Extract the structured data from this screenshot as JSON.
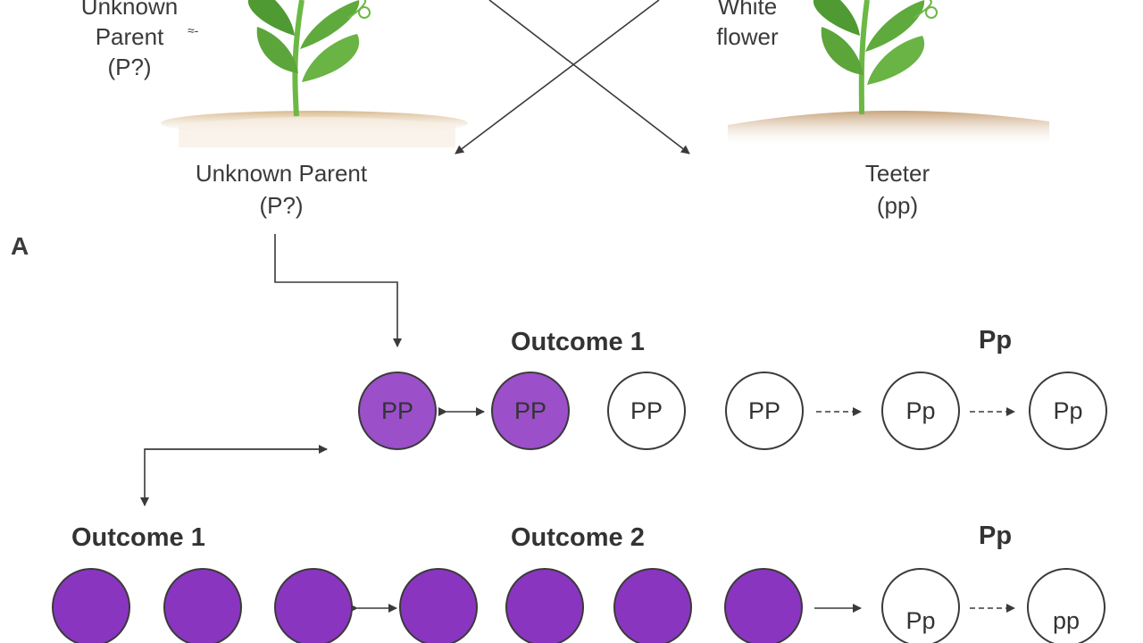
{
  "top_left": {
    "line1": "Unknown",
    "line2": "Parent",
    "line3": "(P?)",
    "mark": "≈-"
  },
  "top_right": {
    "line1": "White",
    "line2": "flower"
  },
  "parent_left": {
    "line1": "Unknown Parent",
    "line2": "(P?)"
  },
  "parent_right": {
    "line1": "Teeter",
    "line2": "(pp)"
  },
  "side_mark": "A",
  "row1": {
    "heading": "Outcome 1",
    "right_heading": "Pp",
    "circles": [
      "PP",
      "PP",
      "PP",
      "PP",
      "Pp",
      "Pp"
    ]
  },
  "row2": {
    "heading_left": "Outcome 1",
    "heading_mid": "Outcome 2",
    "right_heading": "Pp",
    "circles": [
      "",
      "",
      "",
      "",
      "",
      "",
      "",
      "Pp",
      "pp"
    ]
  },
  "colors": {
    "purple": "#9b4fc9",
    "purple_dark": "#8a35c0",
    "leaf": "#5faa3c",
    "soil": "#c9a57c",
    "line": "#3a3a3a"
  },
  "icons": [
    "pea-plant-icon",
    "pea-plant-icon"
  ]
}
